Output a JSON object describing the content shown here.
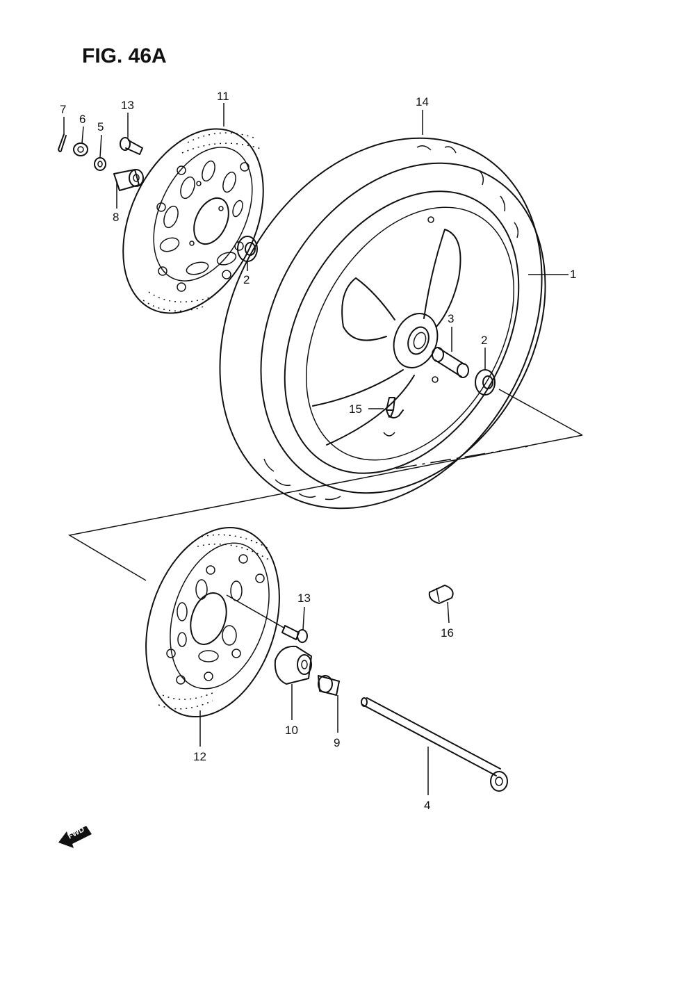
{
  "figure": {
    "title": "FIG. 46A",
    "fwd_label": "FWD"
  },
  "callouts": {
    "c1": "1",
    "c2a": "2",
    "c2b": "2",
    "c3": "3",
    "c4": "4",
    "c5": "5",
    "c6": "6",
    "c7": "7",
    "c8": "8",
    "c9": "9",
    "c10": "10",
    "c11": "11",
    "c12": "12",
    "c13a": "13",
    "c13b": "13",
    "c14": "14",
    "c15": "15",
    "c16": "16"
  },
  "colors": {
    "ink": "#111111",
    "paper": "#ffffff"
  }
}
